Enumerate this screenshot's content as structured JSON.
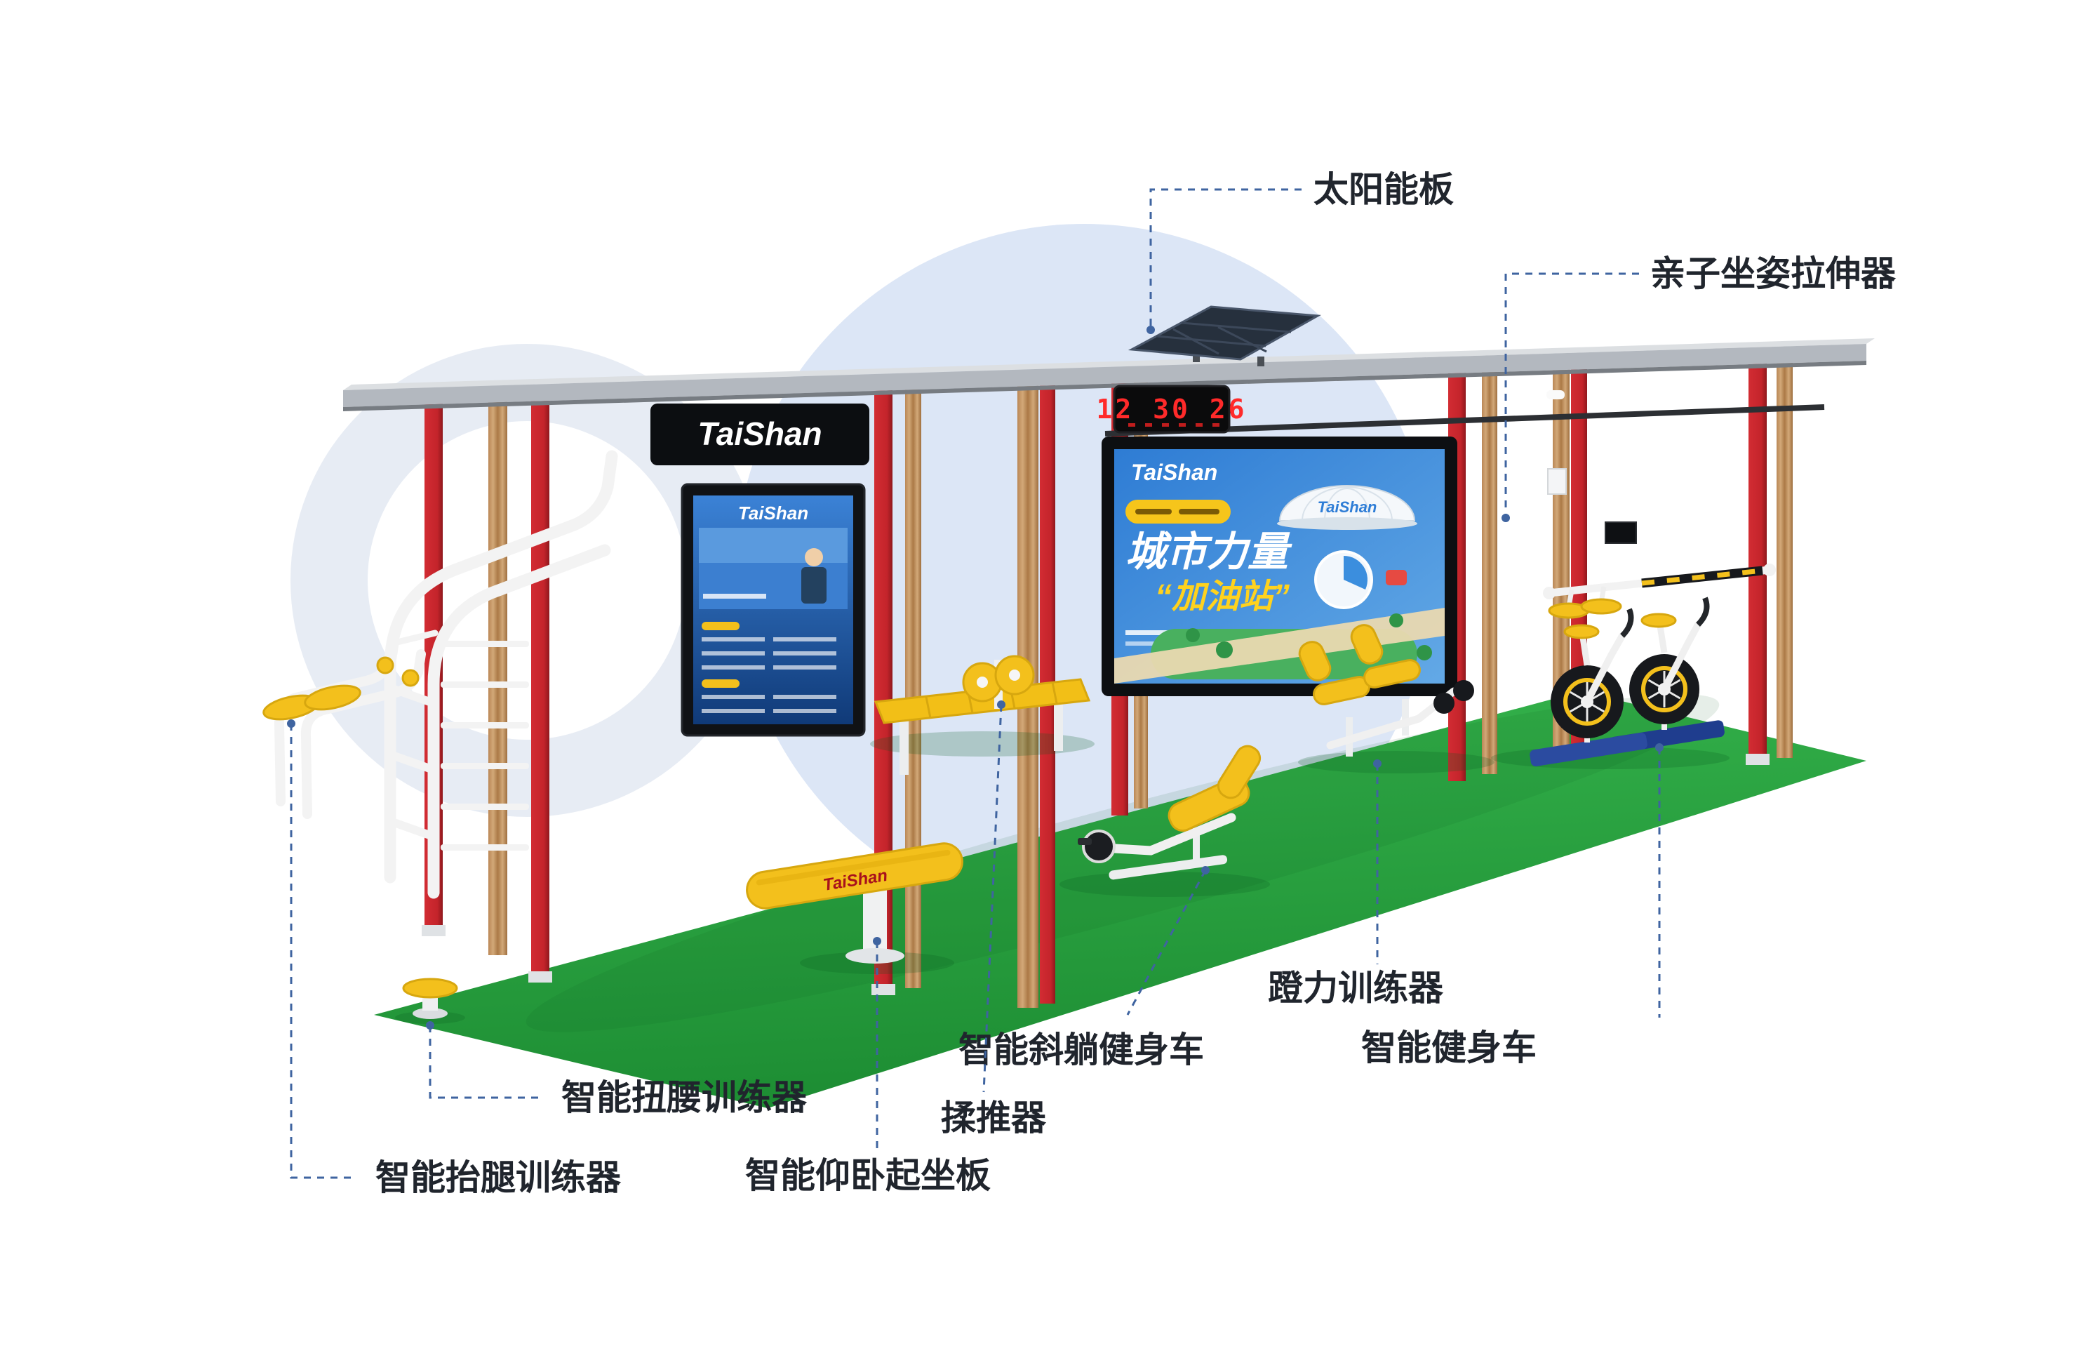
{
  "palette": {
    "post_red": "#c4242b",
    "wood_tan": "#c89a6b",
    "turf_green": "#2aa23c",
    "equipment_yellow": "#f3c01c",
    "callout_blue": "#3f64a0",
    "label_text": "#20252d",
    "clock_red": "#ff2a2a",
    "screen_blue": "#2e7cd4",
    "bg_circle": "#dce6f6"
  },
  "scene": {
    "header_sign": {
      "brand": "TaiShan"
    },
    "clock": {
      "time": "12 30 26"
    },
    "kiosk": {
      "brand": "TaiShan"
    },
    "billboard": {
      "brand": "TaiShan",
      "dome_brand": "TaiShan",
      "title": "城市力量",
      "subtitle": "“加油站”"
    },
    "situp_board": {
      "brand": "TaiShan"
    }
  },
  "callouts": [
    {
      "id": "solar-panel",
      "label": "太阳能板"
    },
    {
      "id": "parent-child-seated-stretcher",
      "label": "亲子坐姿拉伸器"
    },
    {
      "id": "leg-press-trainer",
      "label": "蹬力训练器"
    },
    {
      "id": "smart-exercise-bike",
      "label": "智能健身车"
    },
    {
      "id": "smart-recumbent-bike",
      "label": "智能斜躺健身车"
    },
    {
      "id": "kneading-push-device",
      "label": "揉推器"
    },
    {
      "id": "smart-waist-twister",
      "label": "智能扭腰训练器"
    },
    {
      "id": "smart-leg-raise-trainer",
      "label": "智能抬腿训练器"
    },
    {
      "id": "smart-situp-board",
      "label": "智能仰卧起坐板"
    }
  ]
}
